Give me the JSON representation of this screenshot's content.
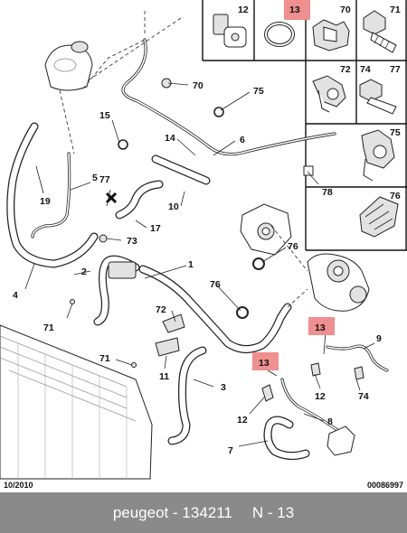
{
  "callouts": {
    "c1": "1",
    "c2": "2",
    "c3": "3",
    "c4": "4",
    "c5": "5",
    "c6": "6",
    "c7": "7",
    "c8": "8",
    "c9": "9",
    "c10": "10",
    "c11": "11",
    "c12a": "12",
    "c12b": "12",
    "c12c": "12",
    "c13a": "13",
    "c13b": "13",
    "c13c": "13",
    "c14": "14",
    "c15": "15",
    "c17": "17",
    "c19": "19",
    "c70a": "70",
    "c70b": "70",
    "c71a": "71",
    "c71b": "71",
    "c71c": "71",
    "c72a": "72",
    "c72b": "72",
    "c73": "73",
    "c74a": "74",
    "c74b": "74",
    "c75a": "75",
    "c75b": "75",
    "c76a": "76",
    "c76b": "76",
    "c77a": "77",
    "c77b": "77",
    "c78": "78"
  },
  "date_code": "10/2010",
  "drawing_number": "00086997",
  "footer": {
    "brand": "peugeot",
    "separator": "-",
    "part_number": "134211",
    "ref": "N - 13"
  },
  "highlight_color": "#f08f8f"
}
